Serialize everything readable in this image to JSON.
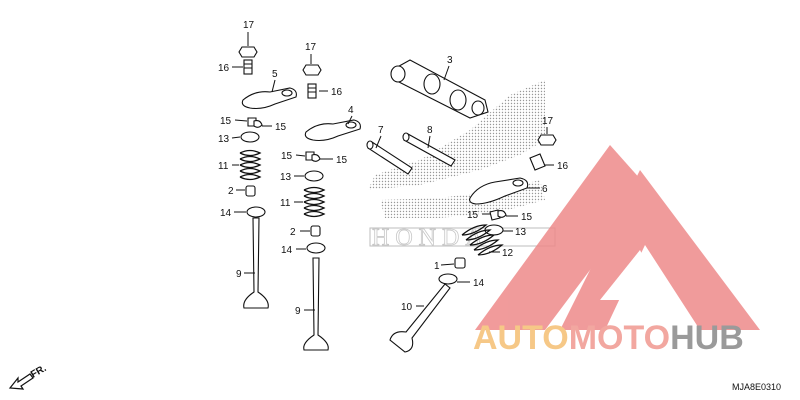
{
  "diagram": {
    "part_labels": {
      "l17a": "17",
      "l16a": "16",
      "l5": "5",
      "l15a": "15",
      "l15b": "15",
      "l13a": "13",
      "l11a": "11",
      "l2a": "2",
      "l14a": "14",
      "l9a": "9",
      "l17b": "17",
      "l16b": "16",
      "l4": "4",
      "l15c": "15",
      "l15d": "15",
      "l13b": "13",
      "l11b": "11",
      "l2b": "2",
      "l14b": "14",
      "l9b": "9",
      "l3": "3",
      "l7": "7",
      "l8": "8",
      "l17c": "17",
      "l16c": "16",
      "l6": "6",
      "l15e": "15",
      "l15f": "15",
      "l13c": "13",
      "l12": "12",
      "l1": "1",
      "l14c": "14",
      "l10": "10"
    },
    "direction_label": "FR.",
    "diagram_code": "MJA8E0310"
  },
  "watermark": {
    "brand_parts": [
      "AUTO",
      "MOTO",
      "HUB"
    ],
    "colors": {
      "auto": "#f6c887",
      "moto": "#f2a7a0",
      "hub": "#9a9a9a",
      "logo": "#ee8a8a"
    }
  },
  "background_logo": "honda-wing-logo"
}
